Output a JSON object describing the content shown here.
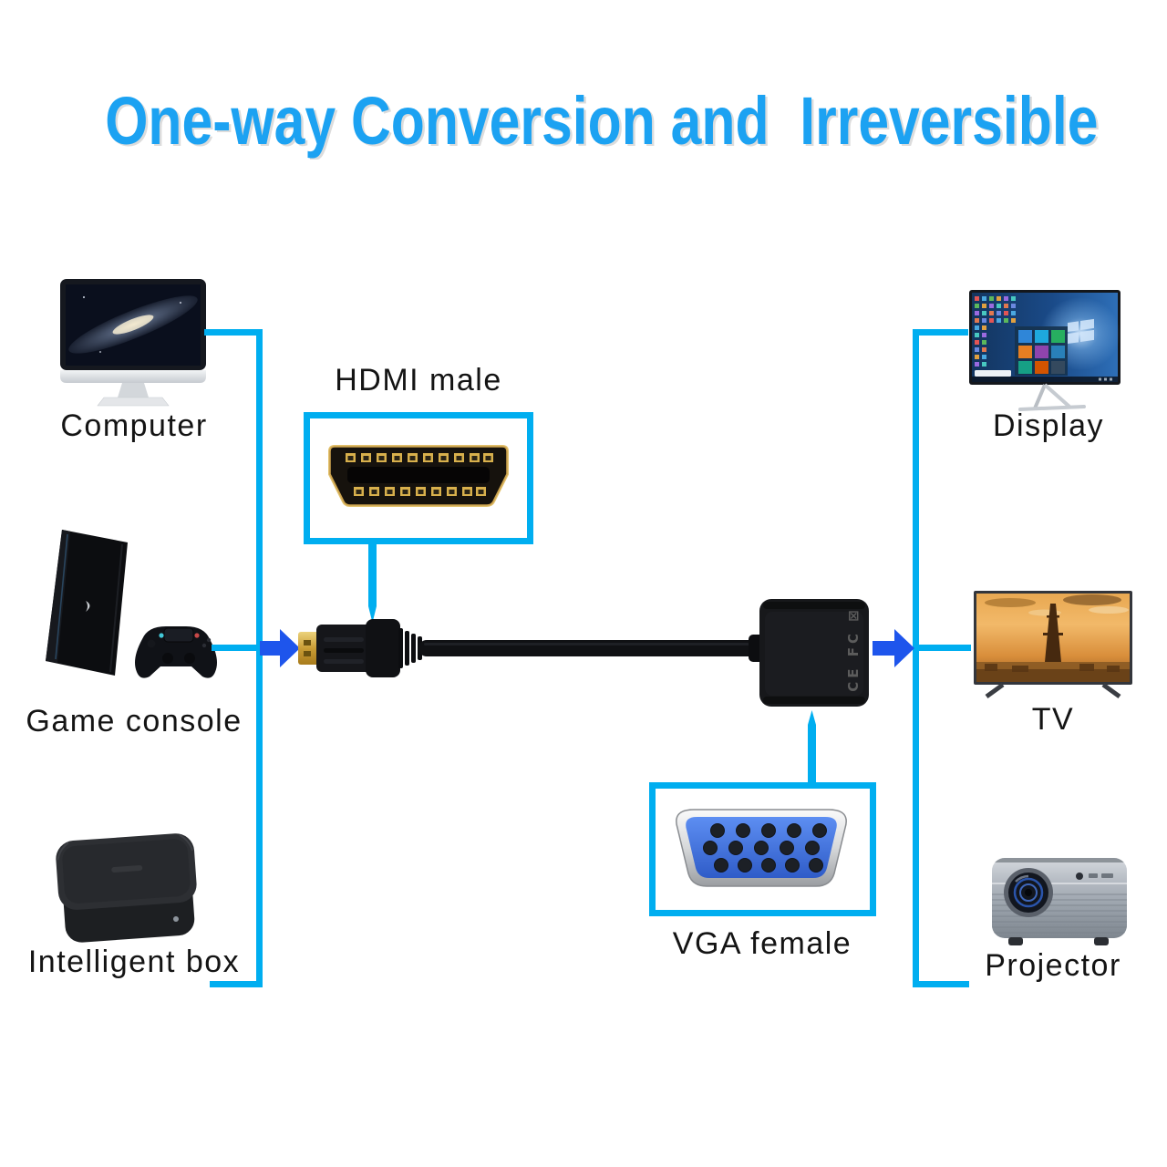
{
  "title": "One-way Conversion and  Irreversible",
  "sources": [
    {
      "label": "Computer"
    },
    {
      "label": "Game console"
    },
    {
      "label": "Intelligent box"
    }
  ],
  "outputs": [
    {
      "label": "Display"
    },
    {
      "label": "TV"
    },
    {
      "label": "Projector"
    }
  ],
  "callouts": {
    "hdmi": "HDMI male",
    "vga": "VGA female"
  },
  "adapter": {
    "marks": "CE FC ⊠"
  },
  "colors": {
    "accent_cyan": "#00AEF0",
    "title_blue": "#1CA2F2",
    "arrow_blue": "#1E55EC",
    "vga_blue": "#3E6FD8",
    "hdmi_gold": "#C9A23F"
  }
}
